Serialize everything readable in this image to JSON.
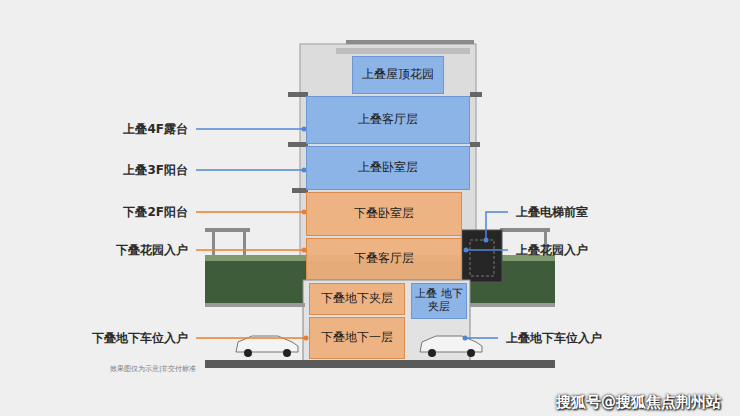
{
  "diagram": {
    "nodes": [
      {
        "text": [
          "上叠屋顶花园"
        ]
      },
      {
        "text": [
          "上叠客厅层"
        ]
      },
      {
        "text": [
          "上叠卧室层"
        ]
      },
      {
        "text": [
          "下叠卧室层"
        ]
      },
      {
        "text": [
          "下叠客厅层"
        ]
      },
      {
        "text": [
          "下叠地下夹层"
        ]
      },
      {
        "text": [
          "上叠 地下夹层"
        ]
      },
      {
        "text": [
          "下叠地下一层"
        ]
      }
    ],
    "labels": [
      "上叠4F露台",
      "上叠3F阳台",
      "下叠2F阳台",
      "下叠花园入户",
      "下叠地下车位入户",
      "上叠电梯前室",
      "上叠花园入户",
      "上叠地下车位入户",
      "效果图仅为示意|非交付标准",
      "搜狐号@搜狐焦点荆州站"
    ]
  }
}
